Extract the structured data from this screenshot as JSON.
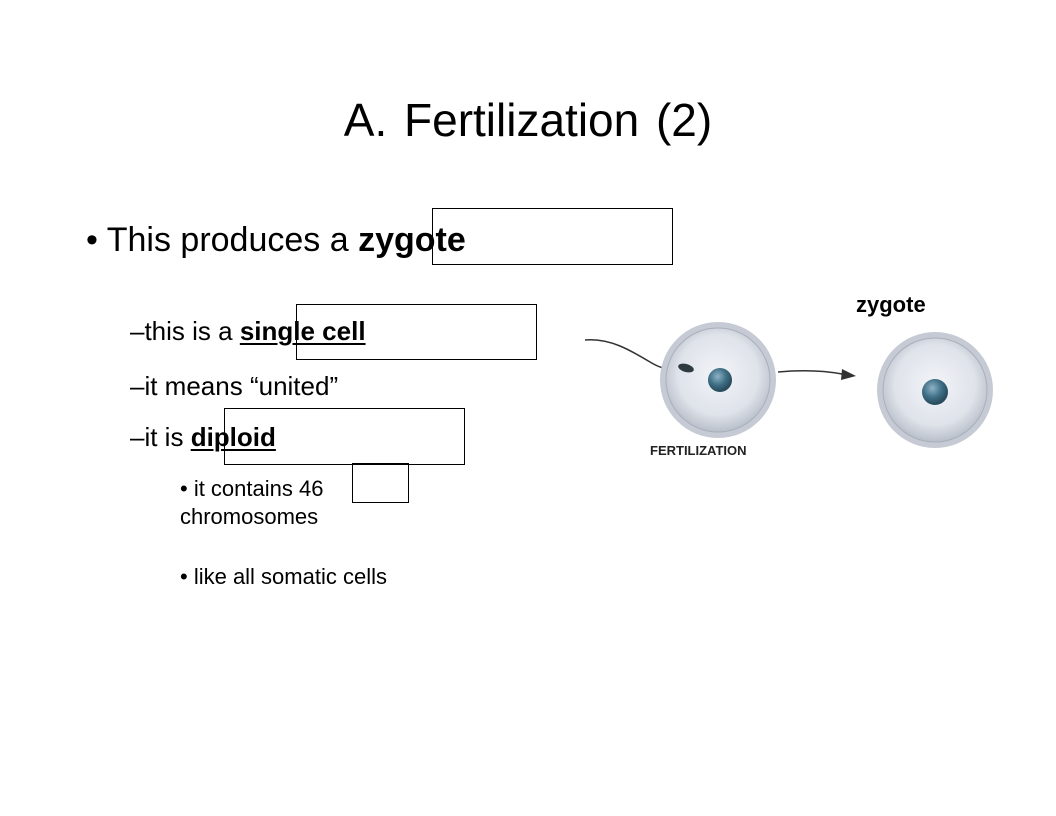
{
  "slide": {
    "title": "A. Fertilization (2)",
    "bullet": {
      "prefix": "• This produces a ",
      "term": "zygote"
    },
    "sub_items": [
      {
        "prefix": "–this is a ",
        "term": "single cell"
      },
      {
        "text": "–it means “united”"
      },
      {
        "prefix": "–it is ",
        "term": "diploid"
      }
    ],
    "sub_sub_items": [
      {
        "line1": "• it contains 46",
        "line2": "chromosomes"
      },
      {
        "text": "• like all somatic cells"
      }
    ]
  },
  "figure": {
    "caption_label": "FERTILIZATION",
    "zygote_label": "zygote",
    "colors": {
      "cell_outer": "#c8ccd6",
      "cell_inner": "#e4e7ee",
      "nucleus": "#3f6f86",
      "arrow": "#333333"
    }
  }
}
